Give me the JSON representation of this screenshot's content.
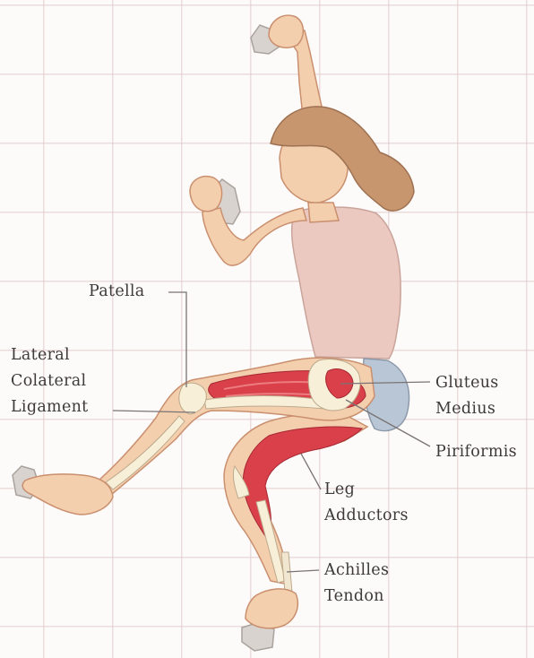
{
  "labels": {
    "patella": "Patella",
    "lateral_collateral_ligament": "Lateral\nColateral\nLigament",
    "gluteus_medius": "Gluteus\nMedius",
    "piriformis": "Piriformis",
    "leg_adductors": "Leg\nAdductors",
    "achilles_tendon": "Achilles\nTendon"
  },
  "colors": {
    "skin": "#f3cfae",
    "skin_shade": "#e3b089",
    "muscle": "#d9404a",
    "muscle_light": "#ec7c80",
    "bone": "#f8efd8",
    "tank_top": "#ebc8c0",
    "hair": "#c7966f",
    "climbing_hold": "#d8d3cf",
    "shorts": "#b9c6d5",
    "leader_line": "#7a7474"
  }
}
